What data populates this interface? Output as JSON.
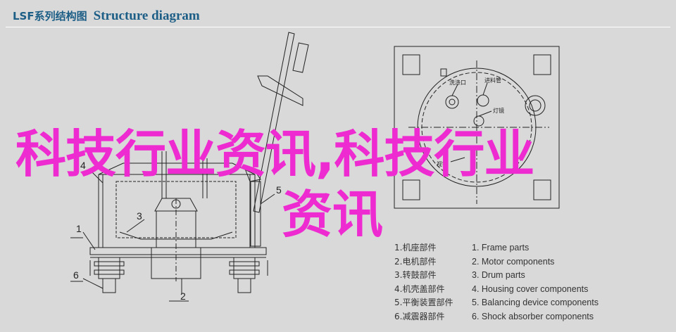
{
  "header": {
    "title_cn": "LSF系列结构图",
    "title_en": "Structure diagram"
  },
  "callouts": {
    "n1": "1",
    "n2": "2",
    "n3": "3",
    "n4": "4",
    "n5": "5",
    "n6": "6"
  },
  "plan_labels": {
    "wash_port": "洗涤口",
    "feed_pipe": "进料管",
    "lamp": "灯镜",
    "view_mirror": "视镜"
  },
  "legend": [
    {
      "cn": "1.机座部件",
      "en": "1. Frame parts"
    },
    {
      "cn": "2.电机部件",
      "en": "2. Motor components"
    },
    {
      "cn": "3.转鼓部件",
      "en": "3. Drum parts"
    },
    {
      "cn": "4.机壳盖部件",
      "en": "4. Housing cover components"
    },
    {
      "cn": "5.平衡装置部件",
      "en": "5. Balancing device components"
    },
    {
      "cn": "6.减震器部件",
      "en": "6. Shock absorber components"
    }
  ],
  "watermark": {
    "line1": "科技行业资讯,科技行业",
    "line2": "资讯"
  },
  "colors": {
    "title": "#1d5e86",
    "watermark": "#ee2bd0",
    "background": "#d9d9d9"
  }
}
